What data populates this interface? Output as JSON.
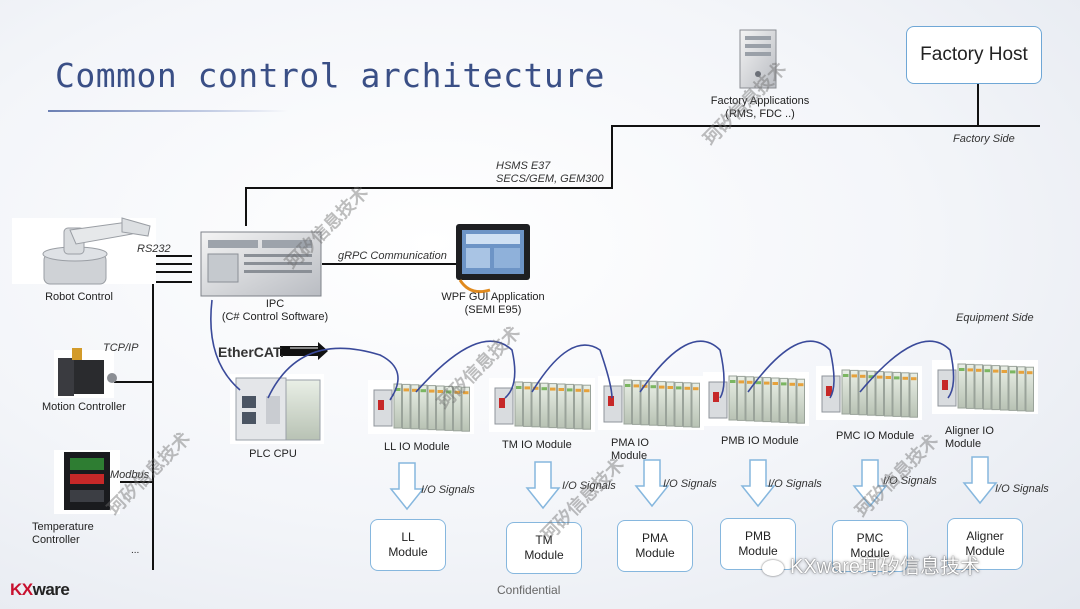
{
  "title": "Common control architecture",
  "nodes": {
    "factory_host": "Factory Host",
    "factory_apps": [
      "Factory Applications",
      "(RMS, FDC ..)"
    ],
    "robot": "Robot Control",
    "ipc": [
      "IPC",
      "(C# Control Software)"
    ],
    "wpf": [
      "WPF GUI Application",
      "(SEMI E95)"
    ],
    "motion": "Motion Controller",
    "temperature": [
      "Temperature",
      "Controller"
    ],
    "ellipsis": "...",
    "plc": "PLC CPU",
    "ethercat": "EtherCAT."
  },
  "links": {
    "hsms": [
      "HSMS E37",
      "SECS/GEM, GEM300"
    ],
    "rs232": "RS232",
    "grpc": "gRPC Communication",
    "tcpip": "TCP/IP",
    "modbus": "Modbus",
    "factory_side": "Factory Side",
    "equipment_side": "Equipment Side",
    "io_signals": "I/O Signals"
  },
  "io_modules": [
    {
      "label": "LL IO Module",
      "box": "LL\nModule"
    },
    {
      "label": "TM IO Module",
      "box": "TM\nModule"
    },
    {
      "label": "PMA IO\nModule",
      "box": "PMA\nModule"
    },
    {
      "label": "PMB IO Module",
      "box": "PMB\nModule"
    },
    {
      "label": "PMC IO Module",
      "box": "PMC\nModule"
    },
    {
      "label": "Aligner IO\nModule",
      "box": "Aligner\nModule"
    }
  ],
  "footer": {
    "confidential": "Confidential",
    "logo_kx": "KX",
    "logo_ware": "ware",
    "wechat": "KXware珂矽信息技术"
  },
  "watermark": "珂矽信息技术",
  "colors": {
    "title": "#3a4f86",
    "box_border": "#86b7de",
    "arrow_fill": "#ffffff",
    "arrow_stroke": "#86b7de",
    "cable": "#3a4a9a",
    "logo_red": "#c8102e"
  }
}
